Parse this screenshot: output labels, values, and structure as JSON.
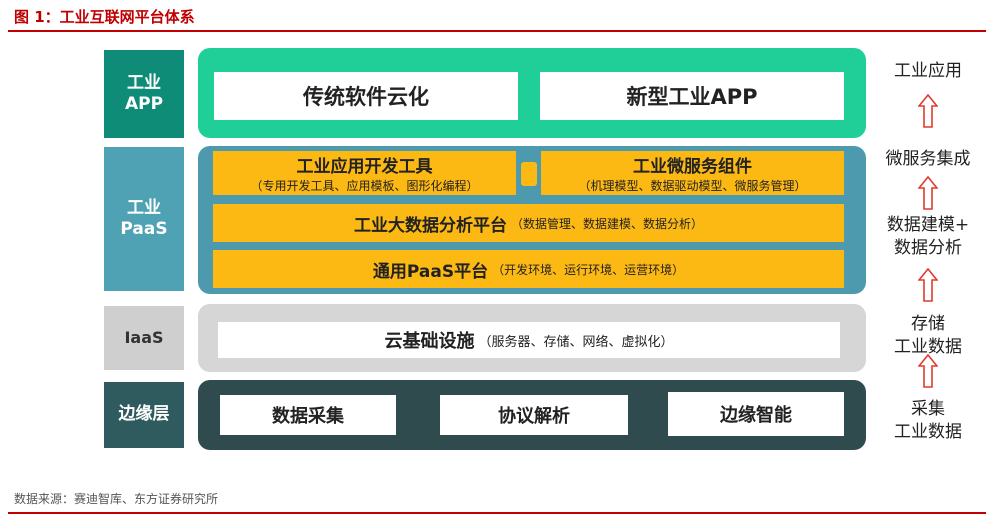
{
  "figure": {
    "title": "图 1：工业互联网平台体系",
    "source": "数据来源：赛迪智库、东方证券研究所"
  },
  "layers": {
    "app": {
      "label_line1": "工业",
      "label_line2": "APP",
      "box1": "传统软件云化",
      "box2": "新型工业APP"
    },
    "paas": {
      "label_line1": "工业",
      "label_line2": "PaaS",
      "dev_title": "工业应用开发工具",
      "dev_sub": "（专用开发工具、应用模板、图形化编程）",
      "micro_title": "工业微服务组件",
      "micro_sub": "（机理模型、数据驱动模型、微服务管理）",
      "bigdata_title": "工业大数据分析平台",
      "bigdata_sub": "（数据管理、数据建模、数据分析）",
      "gpaas_title": "通用PaaS平台",
      "gpaas_sub": "（开发环境、运行环境、运营环境）"
    },
    "iaas": {
      "label": "IaaS",
      "title": "云基础设施",
      "sub": "（服务器、存储、网络、虚拟化）"
    },
    "edge": {
      "label": "边缘层",
      "box1": "数据采集",
      "box2": "协议解析",
      "box3": "边缘智能"
    }
  },
  "right_flow": {
    "step1": "工业应用",
    "step2": "微服务集成",
    "step3_line1": "数据建模+",
    "step3_line2": "数据分析",
    "step4_line1": "存储",
    "step4_line2": "工业数据",
    "step5_line1": "采集",
    "step5_line2": "工业数据"
  },
  "colors": {
    "title_red": "#c00000",
    "app_green": "#1fcf97",
    "paas_blue": "#4d9aae",
    "yellow": "#fdb913",
    "iaas_gray": "#d6d6d6",
    "edge_dark": "#2f4b4e",
    "arrow_red": "#e03a2f"
  },
  "icons": {
    "flow_arrow": "arrow-up-outline-icon"
  }
}
